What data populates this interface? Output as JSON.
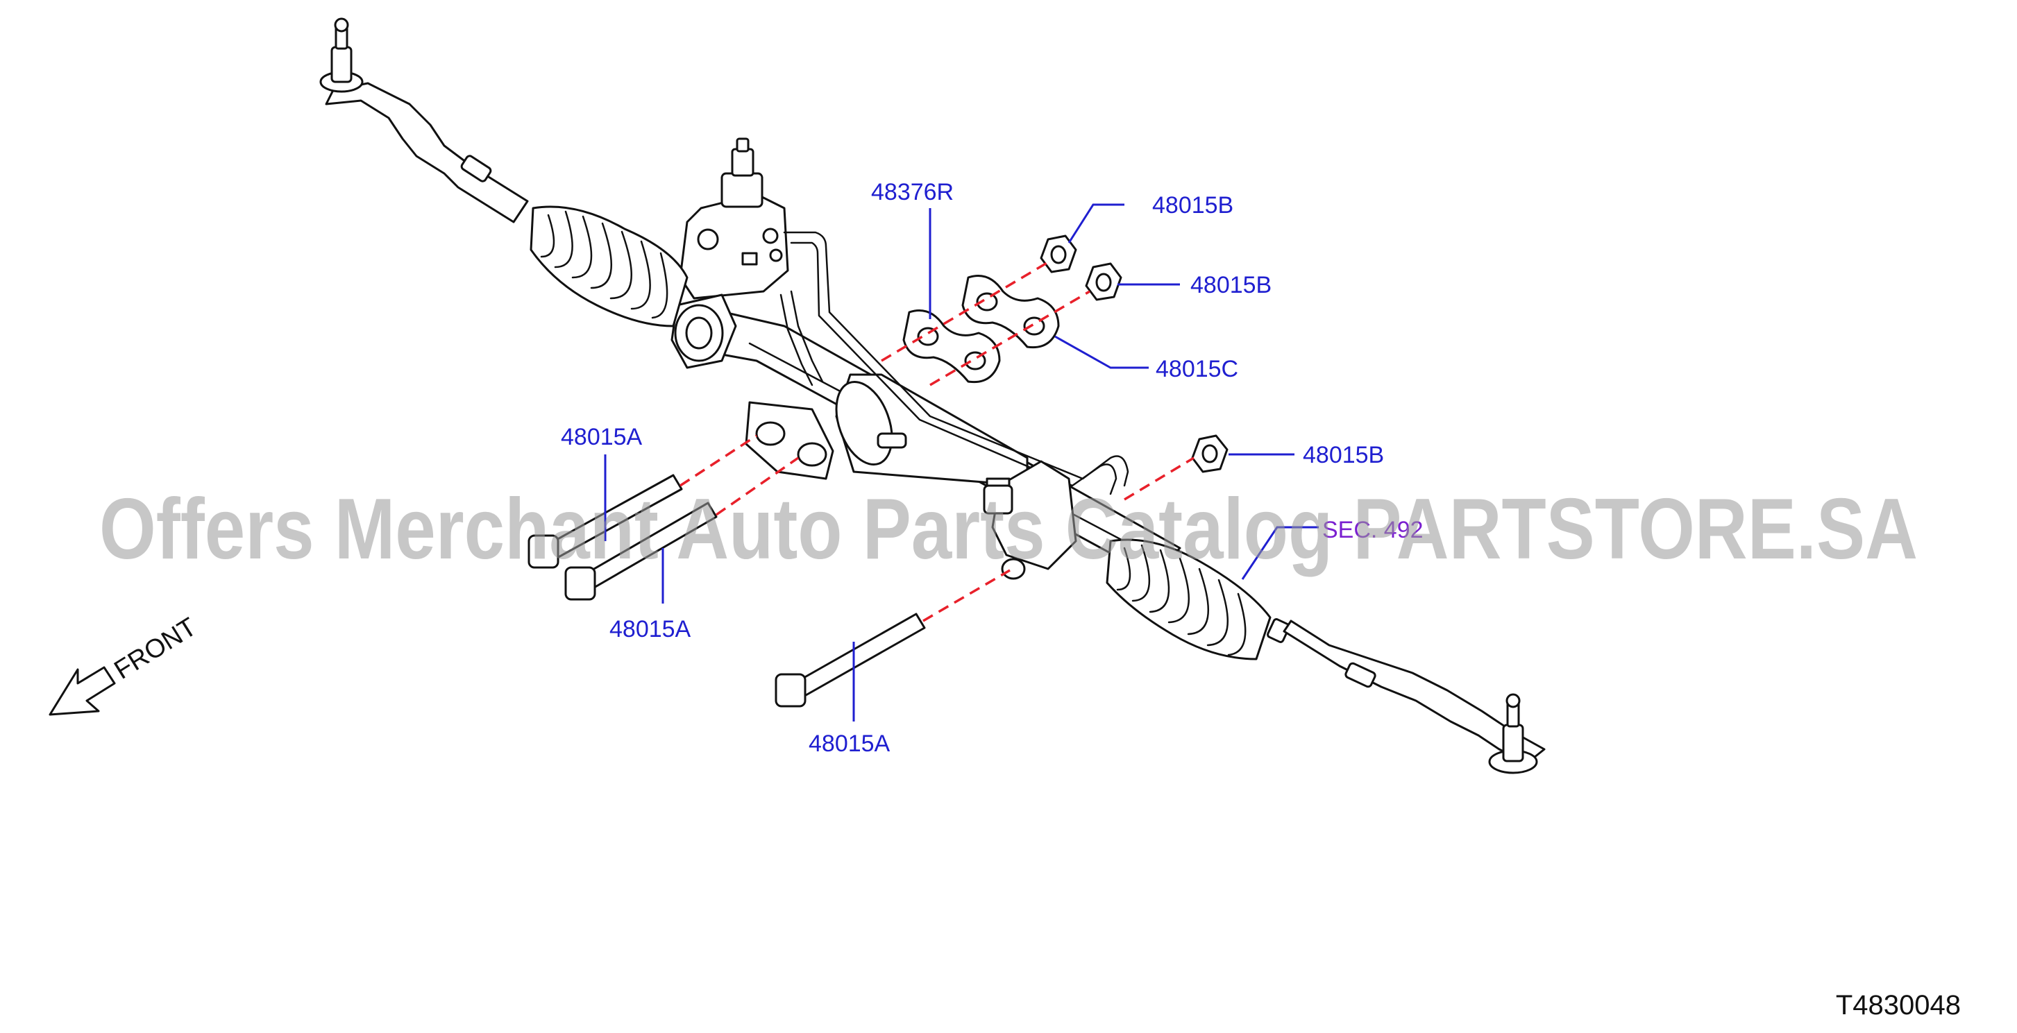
{
  "diagram": {
    "callouts": {
      "c1": "48376R",
      "c2": "48015B",
      "c3": "48015B",
      "c4": "48015C",
      "c5": "48015B",
      "c6": "48015A",
      "c7": "48015A",
      "c8": "48015A"
    },
    "sec_ref": "SEC. 492",
    "front_label": "FRONT",
    "diagram_code": "T4830048",
    "watermark": "Offers Merchant Auto Parts Catalog PARTSTORE.SA"
  },
  "colors": {
    "callout_blue": "#1f1fd0",
    "dash_red": "#e8202a",
    "line_black": "#111111",
    "background": "#ffffff"
  }
}
